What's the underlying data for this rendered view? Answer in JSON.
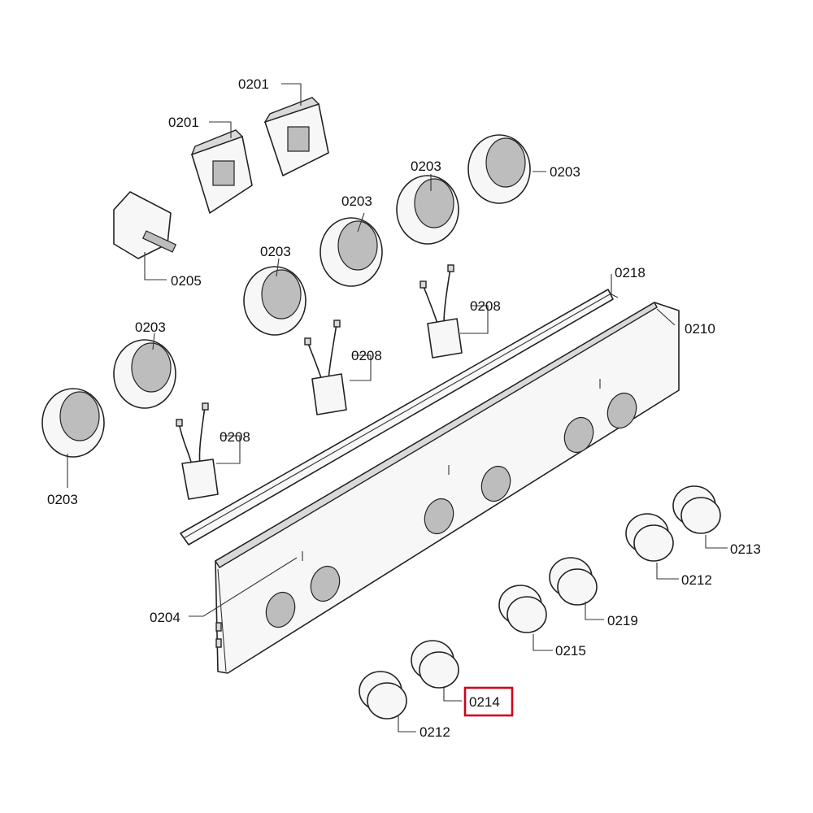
{
  "callouts": {
    "a": "0201",
    "b": "0201",
    "c": "0203",
    "d": "0203",
    "e": "0203",
    "f": "0205",
    "g": "0203",
    "h": "0218",
    "i": "0208",
    "j": "0210",
    "k": "0203",
    "l": "0208",
    "m": "0208",
    "n": "0203",
    "o": "0213",
    "p": "0212",
    "q": "0204",
    "r": "0219",
    "s": "0215",
    "t": "0214",
    "u": "0212"
  },
  "highlighted_callout": "0214",
  "colors": {
    "highlight": "#d0021b",
    "line": "#222222",
    "fill": "#f7f7f7"
  }
}
